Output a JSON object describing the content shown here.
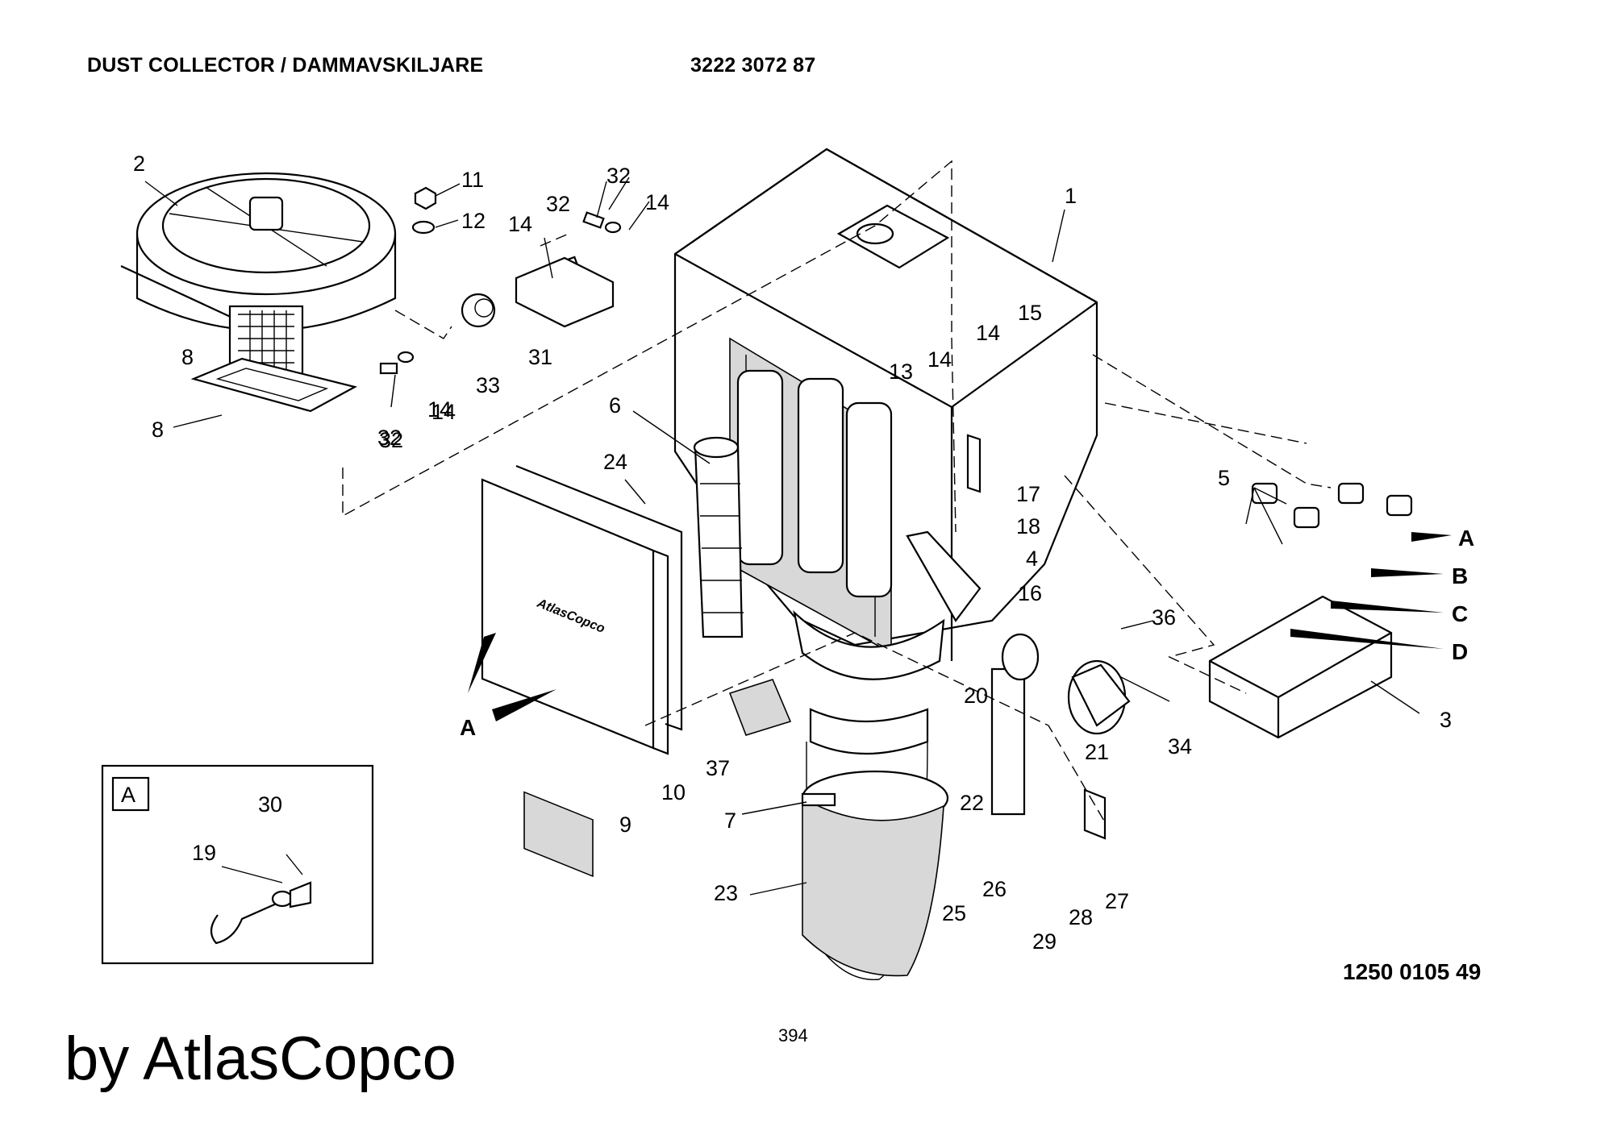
{
  "header": {
    "title": "DUST COLLECTOR / DAMMAVSKILJARE",
    "part_number": "3222 3072 87"
  },
  "drawing_number": "1250 0105 49",
  "page_number": "394",
  "credit": "by AtlasCopco",
  "brand_logo_text": "AtlasCopco",
  "inset": {
    "letter": "A",
    "labels": [
      "30",
      "19"
    ]
  },
  "callouts": [
    "2",
    "11",
    "12",
    "32",
    "14",
    "32",
    "14",
    "14",
    "32",
    "31",
    "33",
    "8",
    "8",
    "32",
    "14",
    "1",
    "13",
    "14",
    "14",
    "15",
    "6",
    "24",
    "17",
    "18",
    "4",
    "16",
    "5",
    "36",
    "3",
    "34",
    "21",
    "20",
    "22",
    "37",
    "10",
    "9",
    "7",
    "23",
    "25",
    "26",
    "29",
    "28",
    "27",
    "30",
    "19"
  ],
  "connection_letters": [
    "A",
    "B",
    "C",
    "D",
    "A"
  ]
}
